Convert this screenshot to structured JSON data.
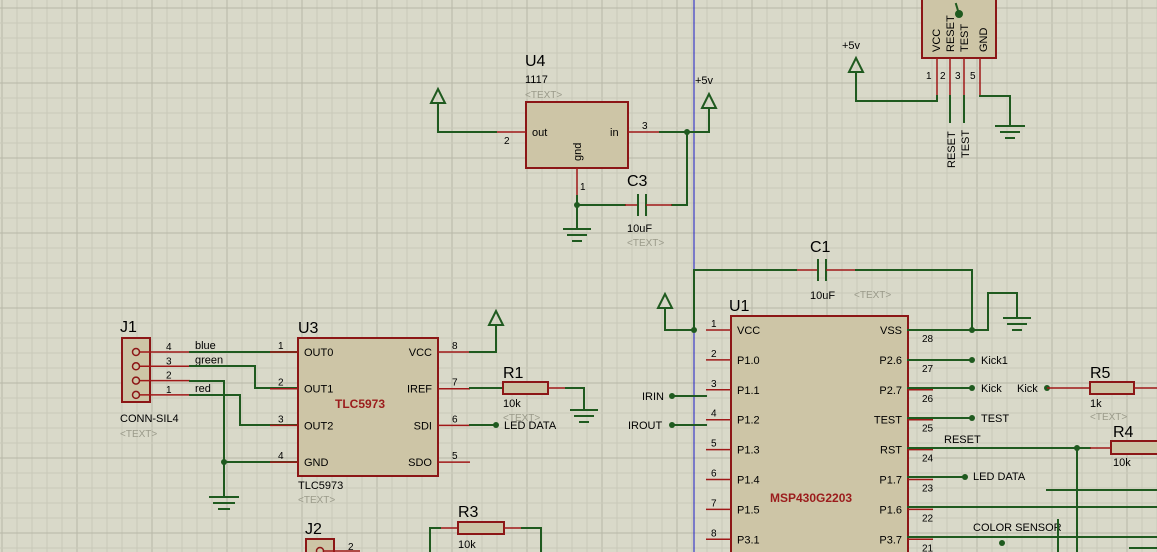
{
  "placeholder": "<TEXT>",
  "components": {
    "u4": {
      "ref": "U4",
      "value": "1117",
      "pins": {
        "out": "out",
        "in": "in",
        "gnd": "gnd",
        "n1": "1",
        "n2": "2",
        "n3": "3"
      }
    },
    "c3": {
      "ref": "C3",
      "value": "10uF"
    },
    "c1": {
      "ref": "C1",
      "value": "10uF"
    },
    "j1": {
      "ref": "J1",
      "value": "CONN-SIL4",
      "pins": [
        "4",
        "3",
        "2",
        "1"
      ],
      "nets": [
        "blue",
        "green",
        "",
        "red"
      ]
    },
    "u3": {
      "ref": "U3",
      "value": "TLC5973",
      "part": "TLC5973",
      "left_pins": [
        {
          "label": "OUT0",
          "num": "1"
        },
        {
          "label": "OUT1",
          "num": "2"
        },
        {
          "label": "OUT2",
          "num": "3"
        },
        {
          "label": "GND",
          "num": "4"
        }
      ],
      "right_pins": [
        {
          "label": "VCC",
          "num": "8"
        },
        {
          "label": "IREF",
          "num": "7"
        },
        {
          "label": "SDI",
          "num": "6"
        },
        {
          "label": "SDO",
          "num": "5"
        }
      ]
    },
    "r1": {
      "ref": "R1",
      "value": "10k"
    },
    "r3": {
      "ref": "R3",
      "value": "10k"
    },
    "r4": {
      "ref": "R4",
      "value": "10k"
    },
    "r5": {
      "ref": "R5",
      "value": "1k"
    },
    "j2": {
      "ref": "J2",
      "pin": "2"
    },
    "u1": {
      "ref": "U1",
      "part": "MSP430G2203",
      "left_pins": [
        {
          "label": "VCC",
          "num": "1"
        },
        {
          "label": "P1.0",
          "num": "2"
        },
        {
          "label": "P1.1",
          "num": "3"
        },
        {
          "label": "P1.2",
          "num": "4"
        },
        {
          "label": "P1.3",
          "num": "5"
        },
        {
          "label": "P1.4",
          "num": "6"
        },
        {
          "label": "P1.5",
          "num": "7"
        },
        {
          "label": "P3.1",
          "num": "8"
        }
      ],
      "right_pins": [
        {
          "label": "VSS",
          "num": "28"
        },
        {
          "label": "P2.6",
          "num": "27"
        },
        {
          "label": "P2.7",
          "num": "26"
        },
        {
          "label": "TEST",
          "num": "25"
        },
        {
          "label": "RST",
          "num": "24"
        },
        {
          "label": "P1.7",
          "num": "23"
        },
        {
          "label": "P1.6",
          "num": "22"
        },
        {
          "label": "P3.7",
          "num": "21"
        }
      ]
    },
    "header": {
      "pins": [
        {
          "label": "VCC",
          "num": "1"
        },
        {
          "label": "RESET",
          "num": "2"
        },
        {
          "label": "TEST",
          "num": "3"
        },
        {
          "label": "GND",
          "num": "5"
        }
      ]
    }
  },
  "nets": {
    "plus5v_a": "+5v",
    "plus5v_b": "+5v",
    "reset_v": "RESET",
    "test_v": "TEST",
    "led_data_a": "LED DATA",
    "led_data_b": "LED DATA",
    "irin": "IRIN",
    "irout": "IROUT",
    "kick1": "Kick1",
    "kick": "Kick",
    "kick_r5": "Kick",
    "test": "TEST",
    "reset": "RESET",
    "color_sensor": "COLOR SENSOR"
  }
}
